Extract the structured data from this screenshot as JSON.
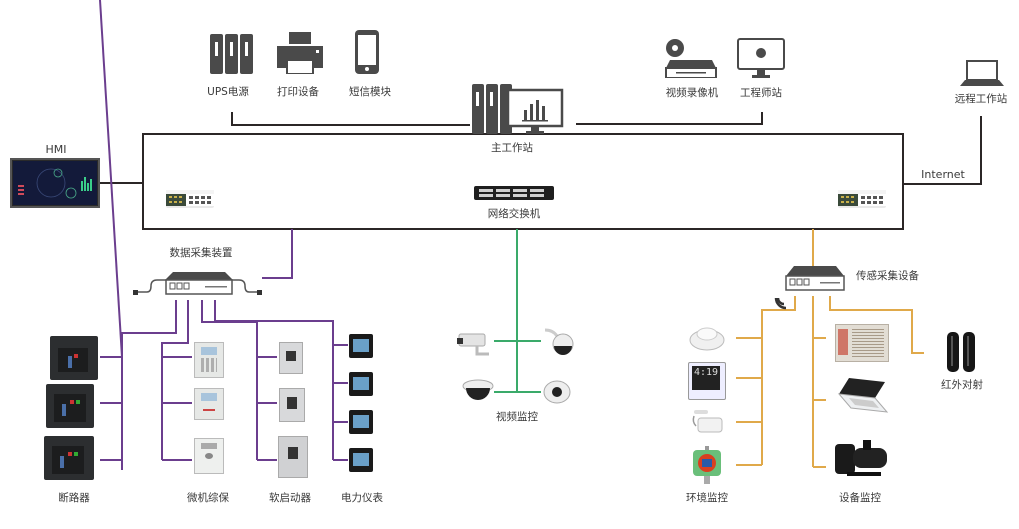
{
  "title": "System network architecture",
  "colors": {
    "backbone": "#2b2626",
    "data_collection": "#6b3e8e",
    "video": "#3aaa6a",
    "sensor": "#e0a94a",
    "icon_dark": "#4a4a4a"
  },
  "top_devices": {
    "ups": "UPS电源",
    "printer": "打印设备",
    "sms": "短信模块",
    "nvr": "视频录像机",
    "engineer": "工程师站",
    "main_station": "主工作站",
    "remote": "远程工作站"
  },
  "hmi": "HMI",
  "internet": "Internet",
  "network_switch": "网络交换机",
  "data_collector": {
    "label": "数据采集装置",
    "groups": [
      {
        "label": "断路器",
        "count": 3
      },
      {
        "label": "微机综保",
        "count": 3
      },
      {
        "label": "软启动器",
        "count": 3
      },
      {
        "label": "电力仪表",
        "count": 4
      }
    ]
  },
  "video": {
    "label": "视频监控",
    "cameras": [
      "bullet-camera",
      "ptz-dome-camera",
      "dome-camera",
      "turret-camera"
    ]
  },
  "sensor_collector": {
    "label": "传感采集设备",
    "groups": [
      {
        "label": "环境监控",
        "items": [
          "smoke-detector",
          "thermo-hygrometer",
          "water-leak-sensor",
          "gas-detector"
        ]
      },
      {
        "label": "设备监控",
        "items": [
          "air-cooler",
          "cassette-ac",
          "water-pump"
        ]
      },
      {
        "label": "红外对射",
        "items": [
          "infrared-beam"
        ]
      }
    ],
    "thermo_display": "4:19"
  }
}
